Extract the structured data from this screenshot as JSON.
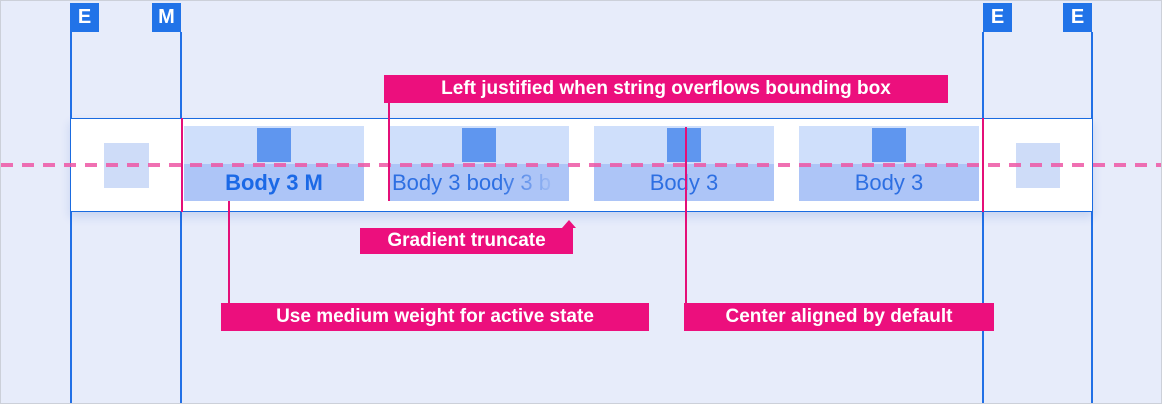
{
  "markers": [
    {
      "label": "E"
    },
    {
      "label": "M"
    },
    {
      "label": "E"
    },
    {
      "label": "E"
    }
  ],
  "tabs": [
    {
      "label": "Body 3 M",
      "state": "active"
    },
    {
      "label": "Body 3 body 3 b",
      "state": "gradient-truncated"
    },
    {
      "label": "Body 3",
      "state": "default"
    },
    {
      "label": "Body 3",
      "state": "default"
    }
  ],
  "annotations": {
    "overflow": "Left justified when string overflows bounding box",
    "truncate": "Gradient truncate",
    "active_weight": "Use medium weight for active state",
    "alignment": "Center aligned by default"
  },
  "colors": {
    "background": "#e7ecfa",
    "guide_blue": "#2170e6",
    "marker_blue": "#2173e8",
    "band_border": "#1a6be0",
    "band_background": "#ffffff",
    "tab_icon_area": "#cfdffb",
    "tab_label_background": "#adc5f7",
    "icon_placeholder": "#5f96ef",
    "side_square": "#cedcf8",
    "active_tab_text": "#1b69e6",
    "tab_text": "#2d6fe2",
    "annotation_background": "#ec0f7d",
    "annotation_text": "#ffffff",
    "connector_pink": "#e40f78",
    "dashed_baseline": "#ee57a5"
  }
}
